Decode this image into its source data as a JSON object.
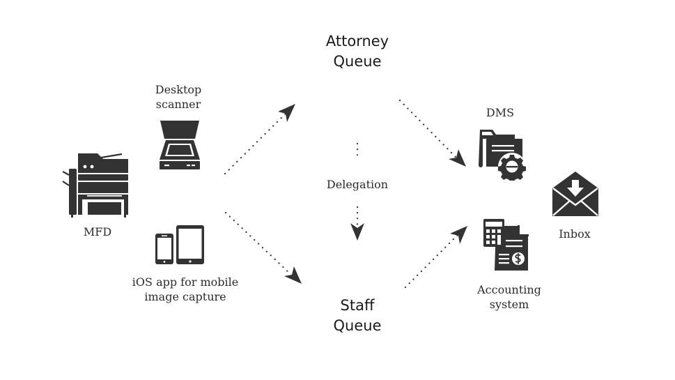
{
  "diagram": {
    "colors": {
      "icon": "#333333",
      "text": "#2b2b2b",
      "background": "#ffffff"
    },
    "sources": {
      "mfd": {
        "label": "MFD",
        "icon": "multifunction-printer-icon"
      },
      "desktop_scanner": {
        "line1": "Desktop",
        "line2": "scanner",
        "icon": "flatbed-scanner-icon"
      },
      "ios_app": {
        "line1": "iOS app for mobile",
        "line2": "image capture",
        "icon": "phone-tablet-icon"
      }
    },
    "queues": {
      "attorney": {
        "line1": "Attorney",
        "line2": "Queue"
      },
      "staff": {
        "line1": "Staff",
        "line2": "Queue"
      },
      "delegation": {
        "label": "Delegation"
      }
    },
    "destinations": {
      "dms": {
        "label": "DMS",
        "icon": "folder-gear-icon"
      },
      "accounting": {
        "line1": "Accounting",
        "line2": "system",
        "icon": "calculator-invoice-icon"
      },
      "inbox": {
        "label": "Inbox",
        "icon": "envelope-download-icon"
      }
    },
    "flows": [
      {
        "from": "sources",
        "to": "Attorney Queue",
        "style": "dotted-arrow"
      },
      {
        "from": "sources",
        "to": "Staff Queue",
        "style": "dotted-arrow"
      },
      {
        "from": "Attorney Queue",
        "to": "Staff Queue",
        "via": "Delegation",
        "style": "dotted-arrow"
      },
      {
        "from": "Attorney Queue",
        "to": "DMS",
        "style": "dotted-arrow"
      },
      {
        "from": "Staff Queue",
        "to": "Accounting system",
        "style": "dotted-arrow"
      }
    ]
  }
}
